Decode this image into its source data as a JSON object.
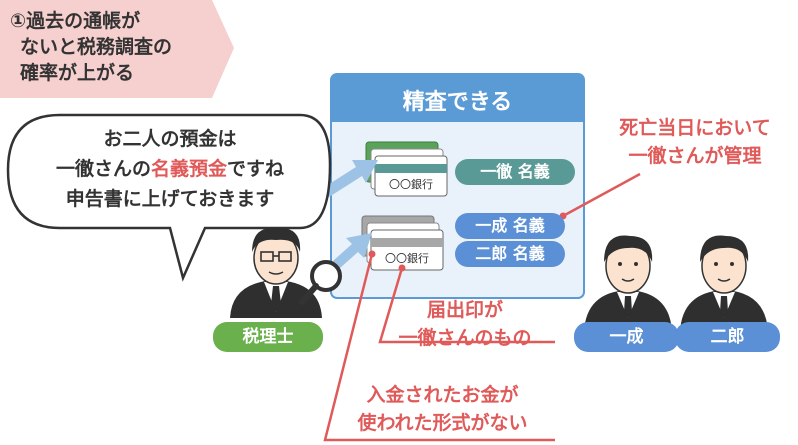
{
  "banner": {
    "lines": [
      "①過去の通帳が",
      "ないと税務調査の",
      "確率が上がる"
    ]
  },
  "panel": {
    "title": "精査できる",
    "bank_label": "〇〇銀行",
    "names": [
      "一徹 名義",
      "一成 名義",
      "二郎 名義"
    ]
  },
  "speech": {
    "line1": "お二人の預金は",
    "line2_pre": "一徹さんの",
    "line2_highlight": "名義預金",
    "line2_post": "ですね",
    "line3": "申告書に上げておきます"
  },
  "notes": {
    "death_day": [
      "死亡当日において",
      "一徹さんが管理"
    ],
    "seal": [
      "届出印が",
      "一徹さんのもの"
    ],
    "deposit": [
      "入金されたお金が",
      "使われた形式がない"
    ]
  },
  "people": {
    "tax_accountant": "税理士",
    "issei": "一成",
    "jiro": "二郎"
  },
  "colors": {
    "banner_bg": "#f6cfcf",
    "panel_title_bg": "#5b9bd5",
    "panel_bg": "#e9f1fa",
    "teal": "#5a9a96",
    "blue": "#5b8fd6",
    "green": "#6ab04c",
    "red": "#e05a5a"
  }
}
